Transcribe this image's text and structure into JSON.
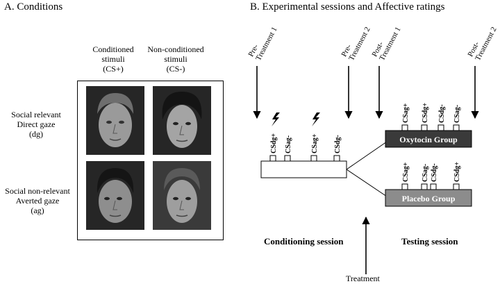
{
  "panel_a": {
    "title": "A. Conditions",
    "col_headers": {
      "cs_plus": [
        "Conditioned",
        "stimuli",
        "(CS+)"
      ],
      "cs_minus": [
        "Non-conditioned",
        "stimuli",
        "(CS-)"
      ]
    },
    "row_labels": {
      "direct": [
        "Social relevant",
        "Direct gaze",
        "(dg)"
      ],
      "averted": [
        "Social non-relevant",
        "Averted gaze",
        "(ag)"
      ]
    }
  },
  "panel_b": {
    "title": "B. Experimental sessions and Affective ratings",
    "timepoints": {
      "pre1": [
        "Pre-",
        "Treatment 1"
      ],
      "pre2": [
        "Pre-",
        "Treatment 2"
      ],
      "post1": [
        "Post-",
        "Treatment 1"
      ],
      "post2": [
        "Post-",
        "Treatment 2"
      ]
    },
    "conditioning_stimuli": [
      "CSdg+",
      "CSag-",
      "CSag+",
      "CSdg-"
    ],
    "oxytocin_stimuli": [
      "CSag+",
      "CSdg+",
      "CSdg-",
      "CSag-"
    ],
    "placebo_stimuli": [
      "CSag+",
      "CSag-",
      "CSdg-",
      "CSdg+"
    ],
    "oxytocin_group": "Oxytocin Group",
    "placebo_group": "Placebo Group",
    "conditioning_session": "Conditioning session",
    "testing_session": "Testing session",
    "treatment": "Treatment",
    "colors": {
      "oxytocin": "#3a3a3a",
      "placebo": "#8c8c8c"
    }
  }
}
